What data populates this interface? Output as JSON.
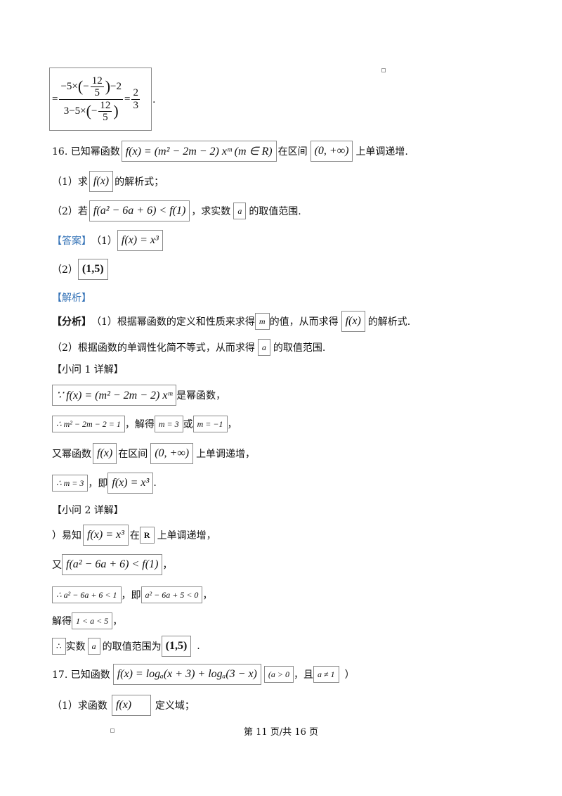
{
  "top_math": {
    "row1_eq": "=",
    "row1_num_a": "−5×",
    "row1_num_frac_n": "12",
    "row1_num_frac_d": "5",
    "row1_num_b": "−2",
    "row1_den_a": "3−5×",
    "row1_den_frac_n": "12",
    "row1_den_frac_d": "5",
    "res_n": "2",
    "res_d": "3",
    "end": "."
  },
  "q16": {
    "num": "16. 已知幂函数",
    "func": "f(x) = (m² − 2m − 2) xᵐ (m ∈ R)",
    "mid": "在区间",
    "interval": "(0, +∞)",
    "tail": "上单调递增."
  },
  "q16_p1": {
    "pre": "（1）求",
    "func": "f(x)",
    "tail": "的解析式；"
  },
  "q16_p2": {
    "pre": "（2）若",
    "ineq": "f(a² − 6a + 6) < f(1)",
    "mid": "，求实数",
    "var": "a",
    "tail": "的取值范围."
  },
  "answer": {
    "label": "【答案】",
    "p1": "（1）",
    "v1": "f(x) = x³",
    "p2": "（2）",
    "v2": "(1,5)"
  },
  "analysis_label": "【解析】",
  "analysis1": {
    "label": "【分析】",
    "t1": "（1）根据幂函数的定义和性质来求得",
    "var": "m",
    "t2": "的值，从而求得",
    "func": "f(x)",
    "t3": "的解析式."
  },
  "analysis2": {
    "t1": "（2）根据函数的单调性化简不等式，从而求得",
    "var": "a",
    "t2": "的取值范围."
  },
  "sub1_label": "【小问 1 详解】",
  "s1_l1": {
    "m": "∵ f(x) = (m² − 2m − 2) xᵐ",
    "t": "是幂函数，"
  },
  "s1_l2": {
    "m1": "∴ m² − 2m − 2 = 1",
    "t1": "，解得",
    "m2": "m = 3",
    "t2": "或",
    "m3": "m = −1",
    "t3": "，"
  },
  "s1_l3": {
    "t1": "又幂函数",
    "m1": "f(x)",
    "t2": "在区间",
    "m2": "(0, +∞)",
    "t3": "上单调递增，"
  },
  "s1_l4": {
    "m1": "∴ m = 3",
    "t1": "，即",
    "m2": "f(x) = x³",
    "t2": "."
  },
  "sub2_label": "【小问 2 详解】",
  "s2_l1": {
    "t1": "）易知",
    "m1": "f(x) = x³",
    "t2": "在",
    "m2": "R",
    "t3": "上单调递增，"
  },
  "s2_l2": {
    "t1": "又",
    "m1": "f(a² − 6a + 6) < f(1)",
    "t2": "，"
  },
  "s2_l3": {
    "m1": "∴ a² − 6a + 6 < 1",
    "t1": "，即",
    "m2": "a² − 6a + 5 < 0",
    "t2": "，"
  },
  "s2_l4": {
    "t1": "解得",
    "m1": "1 < a < 5",
    "t2": "，"
  },
  "s2_l5": {
    "m1": "∴",
    "t1": "实数",
    "m2": "a",
    "t2": "的取值范围为",
    "m3": "(1,5)",
    "t3": "."
  },
  "q17": {
    "num": "17. 已知函数",
    "func": "f(x) = logₐ(x + 3) + logₐ(3 − x)",
    "m2": "(a > 0",
    "t1": "，且",
    "m3": "a ≠ 1",
    "t2": "）"
  },
  "q17_p1": {
    "pre": "（1）求函数",
    "func": "f(x)",
    "tail": "定义域；"
  },
  "footer": "第 11 页/共 16 页"
}
